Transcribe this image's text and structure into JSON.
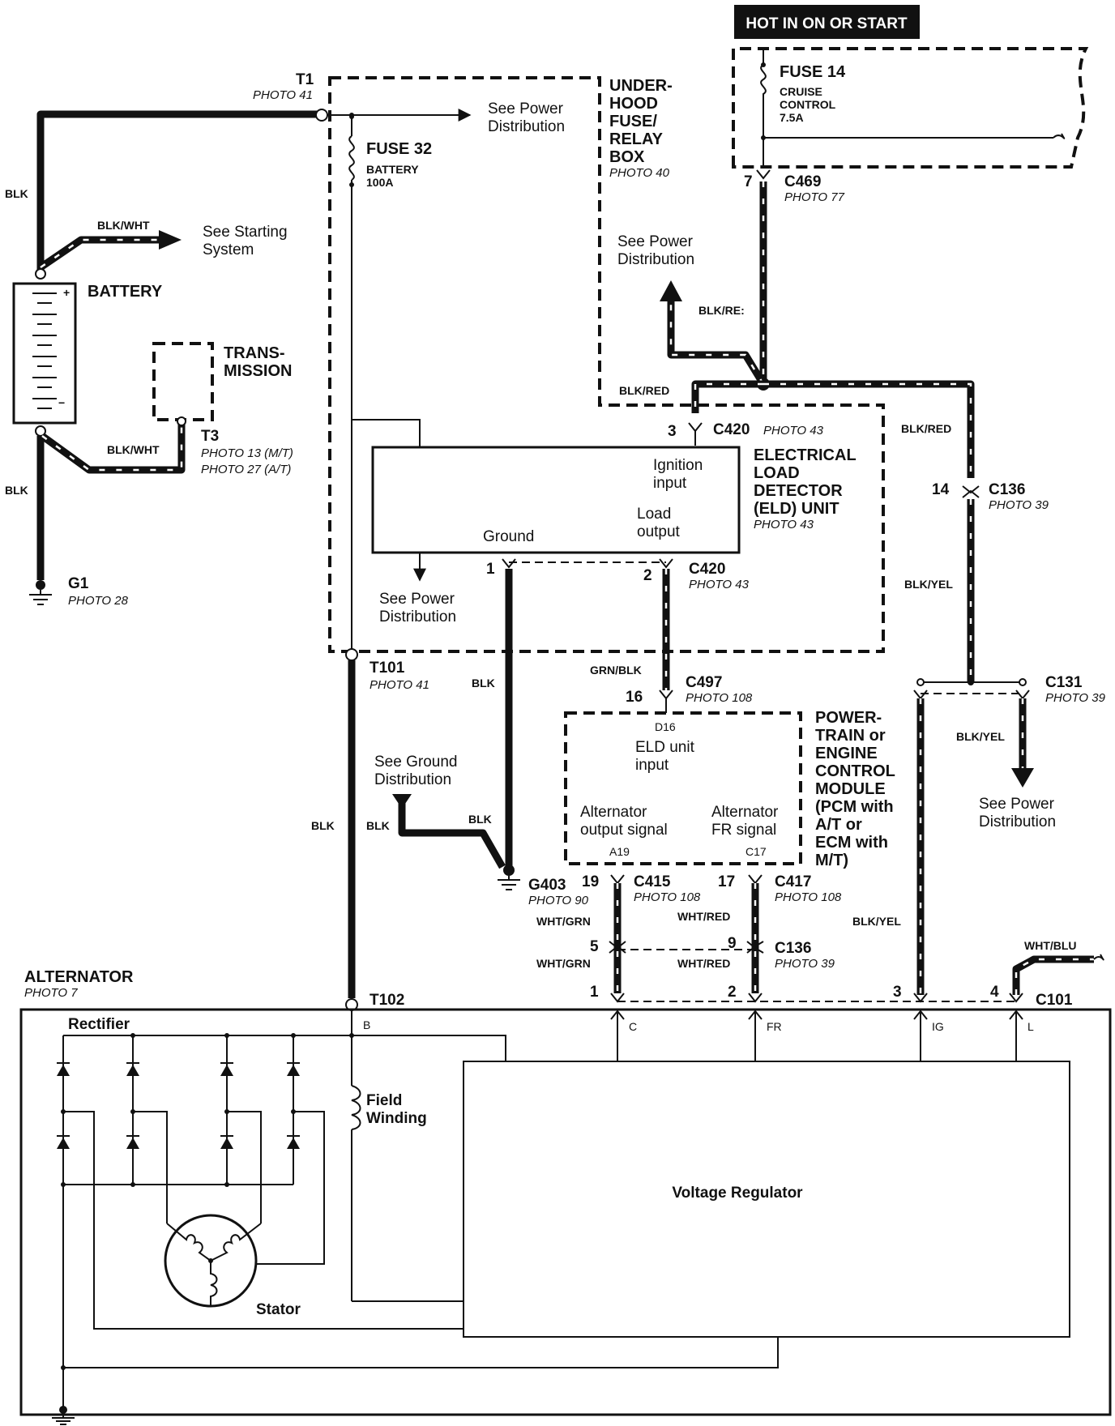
{
  "header_badge": "HOT IN ON OR START",
  "fuse14": {
    "name": "FUSE 14",
    "line1": "CRUISE",
    "line2": "CONTROL",
    "rating": "7.5A"
  },
  "fuse32": {
    "name": "FUSE 32",
    "line1": "BATTERY",
    "rating": "100A"
  },
  "underhood": {
    "l1": "UNDER-",
    "l2": "HOOD",
    "l3": "FUSE/",
    "l4": "RELAY",
    "l5": "BOX",
    "photo": "PHOTO 40"
  },
  "battery": {
    "label": "BATTERY",
    "plus": "+",
    "minus": "−"
  },
  "transmission": {
    "l1": "TRANS-",
    "l2": "MISSION"
  },
  "t1": {
    "label": "T1",
    "photo": "PHOTO 41"
  },
  "t3": {
    "label": "T3",
    "photo_mt": "PHOTO 13 (M/T)",
    "photo_at": "PHOTO 27 (A/T)"
  },
  "t101": {
    "label": "T101",
    "photo": "PHOTO 41"
  },
  "t102": {
    "label": "T102"
  },
  "g1": {
    "label": "G1",
    "photo": "PHOTO 28"
  },
  "g403": {
    "label": "G403",
    "photo": "PHOTO 90"
  },
  "wires": {
    "blk": "BLK",
    "blk_wht": "BLK/WHT",
    "blk_red": "BLK/RED",
    "blk_red_cut": "BLK/RE:",
    "blk_yel": "BLK/YEL",
    "grn_blk": "GRN/BLK",
    "wht_grn": "WHT/GRN",
    "wht_red": "WHT/RED",
    "wht_blu": "WHT/BLU"
  },
  "refs": {
    "power_dist_l1": "See Power",
    "power_dist_l2": "Distribution",
    "starting_l1": "See Starting",
    "starting_l2": "System",
    "ground_l1": "See Ground",
    "ground_l2": "Distribution"
  },
  "connectors": {
    "c469": {
      "label": "C469",
      "photo": "PHOTO 77",
      "pin": "7"
    },
    "c420": {
      "label": "C420",
      "photo": "PHOTO 43",
      "pin_top": "3",
      "pin_ground": "1",
      "pin_load": "2"
    },
    "c136": {
      "label": "C136",
      "photo": "PHOTO 39",
      "pin_top": "14",
      "pin_a": "5",
      "pin_b": "9"
    },
    "c131": {
      "label": "C131",
      "photo": "PHOTO 39"
    },
    "c497": {
      "label": "C497",
      "photo": "PHOTO 108",
      "pin": "16"
    },
    "c415": {
      "label": "C415",
      "photo": "PHOTO 108",
      "pin": "19"
    },
    "c417": {
      "label": "C417",
      "photo": "PHOTO 108",
      "pin": "17"
    },
    "c101": {
      "label": "C101",
      "pin1": "1",
      "pin2": "2",
      "pin3": "3",
      "pin4": "4"
    }
  },
  "eld": {
    "title_l1": "ELECTRICAL",
    "title_l2": "LOAD",
    "title_l3": "DETECTOR",
    "title_l4": "(ELD) UNIT",
    "photo": "PHOTO 43",
    "ign_l1": "Ignition",
    "ign_l2": "input",
    "load_l1": "Load",
    "load_l2": "output",
    "ground": "Ground"
  },
  "pcm": {
    "title_l1": "POWER-",
    "title_l2": "TRAIN or",
    "title_l3": "ENGINE",
    "title_l4": "CONTROL",
    "title_l5": "MODULE",
    "title_l6": "(PCM with",
    "title_l7": "A/T or",
    "title_l8": "ECM with",
    "title_l9": "M/T)",
    "d16": "D16",
    "eld_l1": "ELD unit",
    "eld_l2": "input",
    "alt_out_l1": "Alternator",
    "alt_out_l2": "output signal",
    "alt_fr_l1": "Alternator",
    "alt_fr_l2": "FR signal",
    "a19": "A19",
    "c17": "C17"
  },
  "alternator": {
    "label": "ALTERNATOR",
    "photo": "PHOTO 7",
    "rectifier": "Rectifier",
    "field_l1": "Field",
    "field_l2": "Winding",
    "stator": "Stator",
    "regulator": "Voltage Regulator",
    "term_b": "B",
    "term_c": "C",
    "term_fr": "FR",
    "term_ig": "IG",
    "term_l": "L"
  }
}
